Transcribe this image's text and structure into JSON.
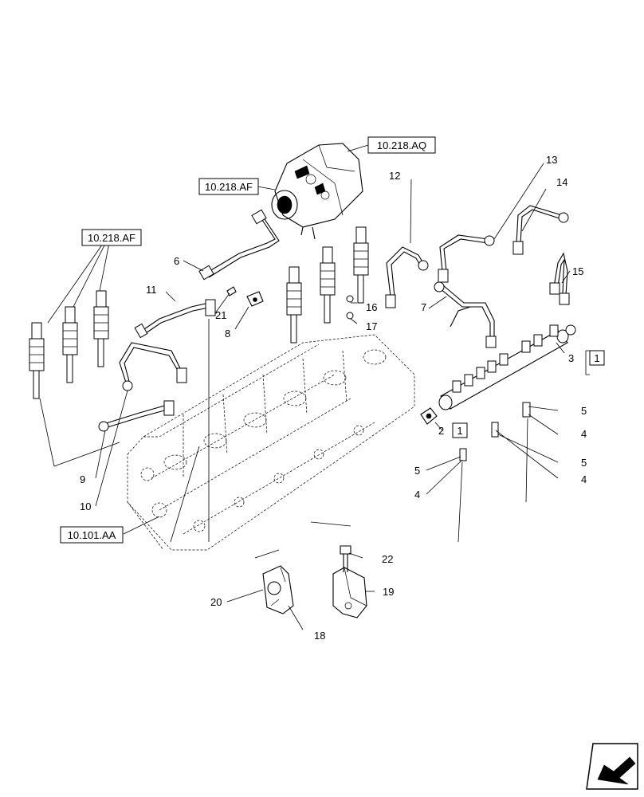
{
  "refs": [
    "10.218.AQ",
    "10.218.AF",
    "10.218.AF",
    "10.101.AA"
  ],
  "labels": [
    "1",
    "1",
    "2",
    "3",
    "4",
    "4",
    "4",
    "5",
    "5",
    "5",
    "6",
    "7",
    "8",
    "9",
    "10",
    "11",
    "12",
    "13",
    "14",
    "15",
    "16",
    "17",
    "18",
    "19",
    "20",
    "21",
    "22"
  ],
  "boxed_labels": [
    "1",
    "1"
  ]
}
